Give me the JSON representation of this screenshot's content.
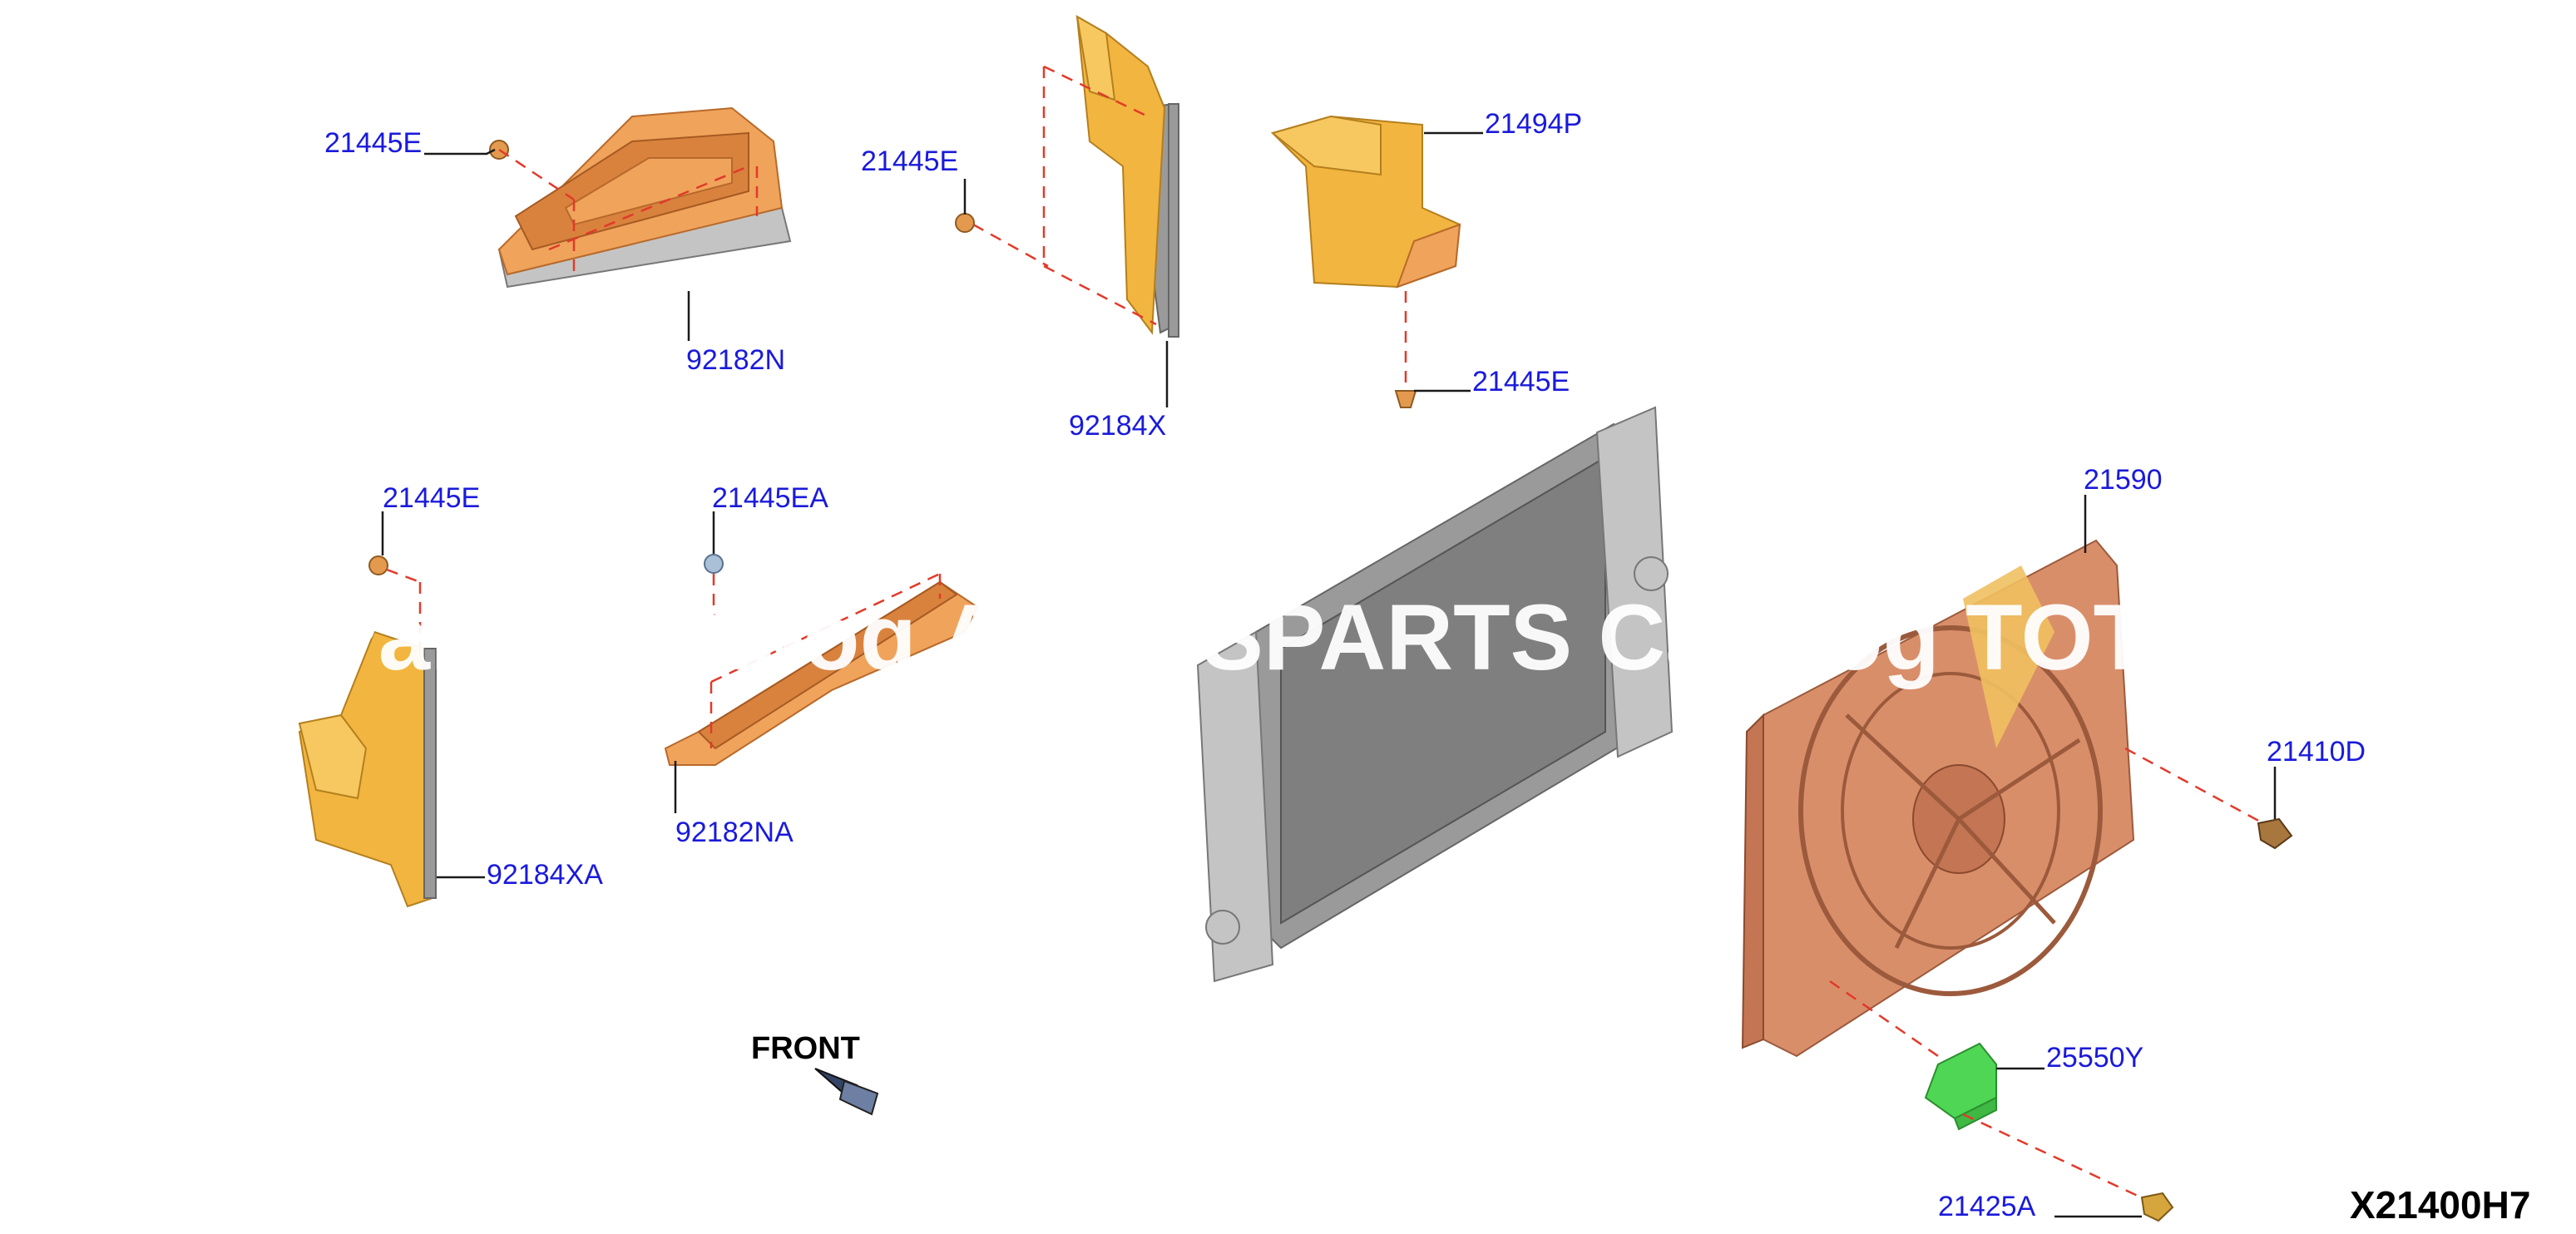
{
  "callouts": {
    "p21445E_a": "21445E",
    "p92182N": "92182N",
    "p21445E_b": "21445E",
    "p92184X": "92184X",
    "p21494P": "21494P",
    "p21445E_c": "21445E",
    "p21445E_d": "21445E",
    "p21445EA": "21445EA",
    "p92184XA": "92184XA",
    "p92182NA": "92182NA",
    "p21590": "21590",
    "p21410D": "21410D",
    "p25550Y": "25550Y",
    "p21425A": "21425A"
  },
  "front_label": "FRONT",
  "diagram_code": "X21400H7",
  "watermark": "Parts Catalog AUTOSPARTS Catalog TOTST",
  "colors": {
    "callout_text": "#1a1adb",
    "dashed_line": "#e23a2a",
    "fan_shroud": "#d98e6a",
    "motor_connector": "#4fd654"
  }
}
